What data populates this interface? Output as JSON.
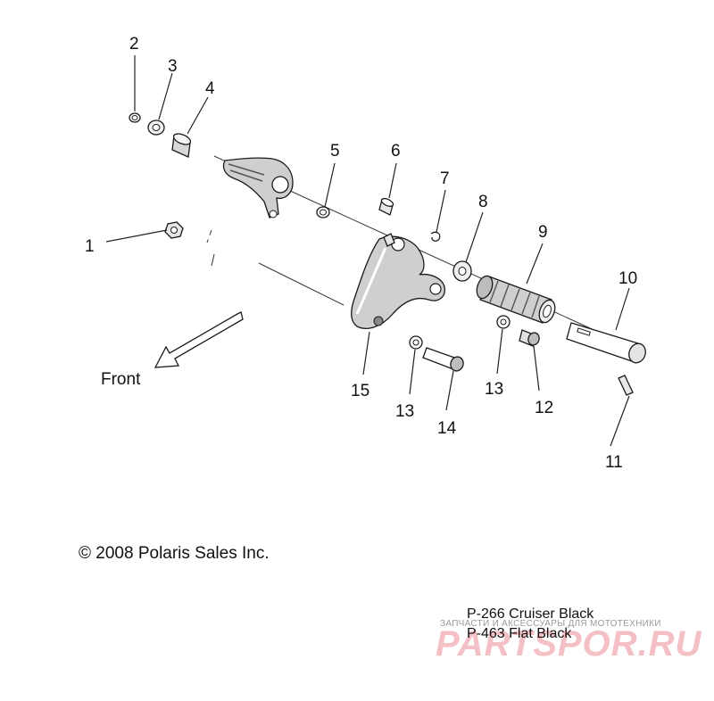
{
  "callouts": {
    "c1": "1",
    "c2": "2",
    "c3": "3",
    "c4": "4",
    "c5": "5",
    "c6": "6",
    "c7": "7",
    "c8": "8",
    "c9": "9",
    "c10": "10",
    "c11": "11",
    "c12": "12",
    "c13a": "13",
    "c13b": "13",
    "c14": "14",
    "c15": "15"
  },
  "front_label": "Front",
  "copyright": "© 2008 Polaris Sales Inc.",
  "notes": [
    "P-266  Cruiser Black",
    "P-463  Flat Black"
  ],
  "watermark": {
    "tagline": "ЗАПЧАСТИ И АКСЕССУАРЫ ДЛЯ МОТОТЕХНИКИ",
    "logo": "PARTSPOR.RU"
  },
  "colors": {
    "line": "#1a1a1a",
    "part_fill": "#ffffff",
    "part_shade": "#bdbdbd",
    "watermark_logo": "#eb8c96"
  }
}
